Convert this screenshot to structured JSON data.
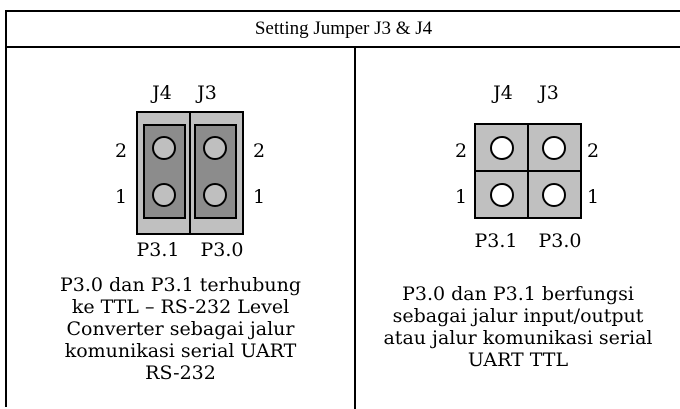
{
  "title": "Setting Jumper J3 & J4",
  "panels": [
    {
      "jumper_labels": [
        "J4",
        "J3"
      ],
      "row_labels": [
        "2",
        "1"
      ],
      "port_labels": [
        "P3.1",
        "P3.0"
      ],
      "jumpers_installed": true,
      "description_lines": [
        "P3.0 dan P3.1 terhubung",
        "ke TTL – RS-232 Level",
        "Converter sebagai jalur",
        "komunikasi serial UART",
        "RS-232"
      ]
    },
    {
      "jumper_labels": [
        "J4",
        "J3"
      ],
      "row_labels": [
        "2",
        "1"
      ],
      "port_labels": [
        "P3.1",
        "P3.0"
      ],
      "jumpers_installed": false,
      "description_lines": [
        "P3.0 dan P3.1 berfungsi",
        "sebagai jalur input/output",
        "atau jalur komunikasi serial",
        "UART TTL"
      ]
    }
  ],
  "colors": {
    "header_pin_block": "#c0c0c0",
    "jumper_cap": "#8c8c8c",
    "pin_installed": "#bfbfbf",
    "pin_open": "#ffffff"
  }
}
